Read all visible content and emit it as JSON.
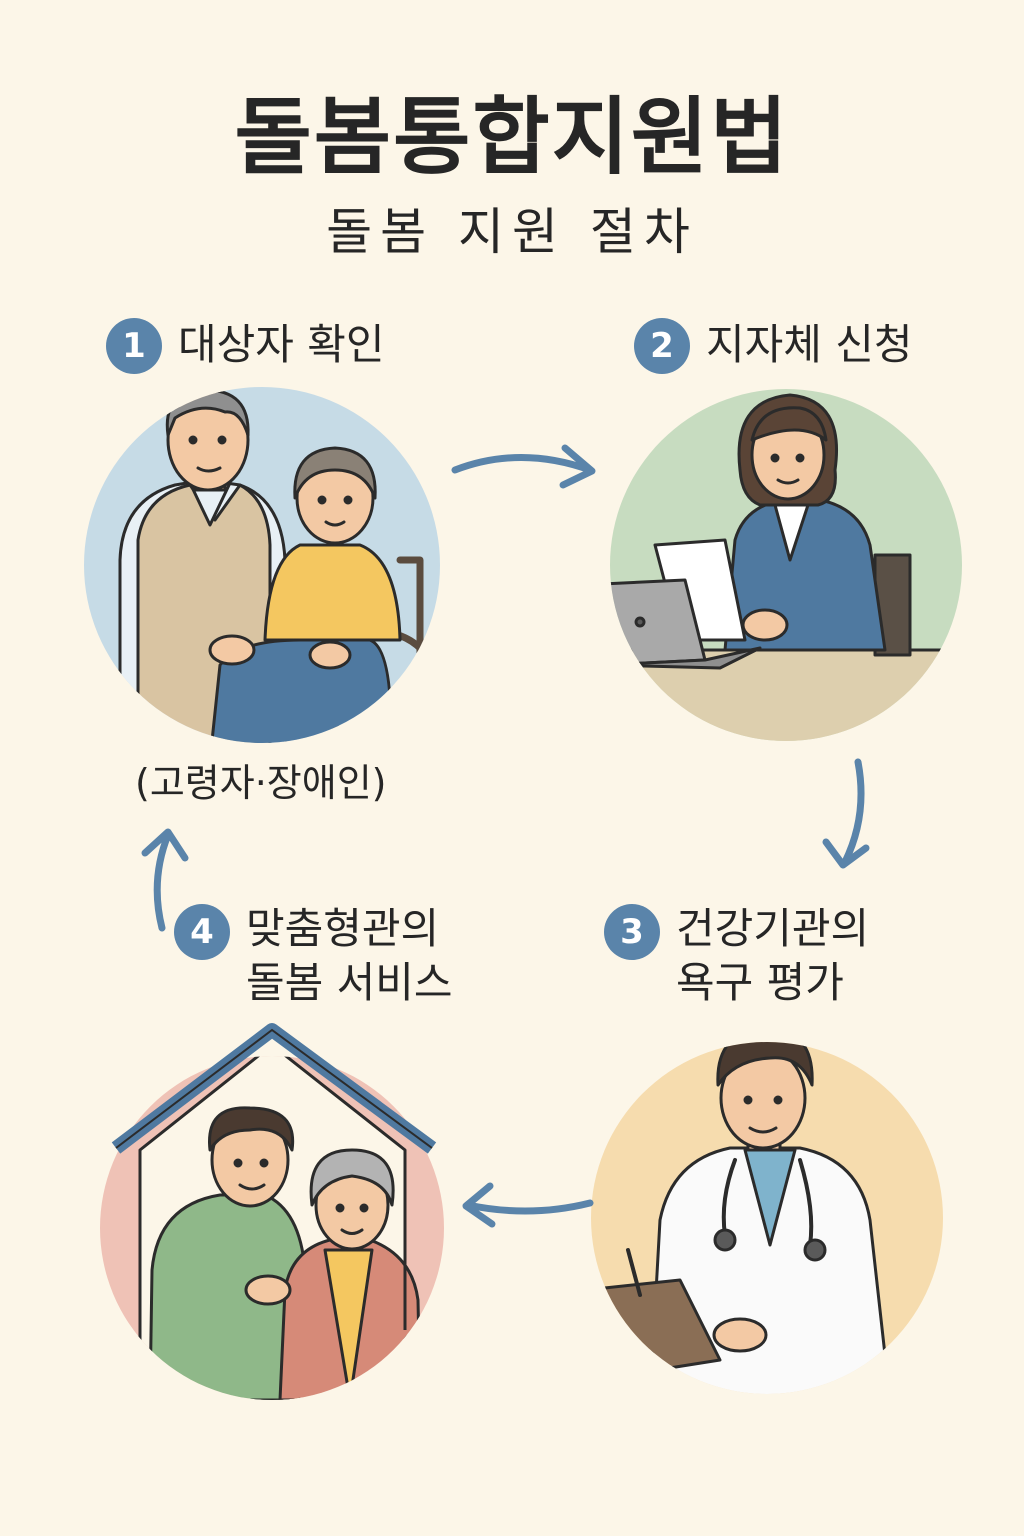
{
  "title": "돌봄통합지원법",
  "subtitle": "돌봄 지원 절차",
  "steps": [
    {
      "number": "1",
      "label": "대상자 확인"
    },
    {
      "number": "2",
      "label": "지자체 신청"
    },
    {
      "number": "3",
      "label": "건강기관의\n욕구 평가"
    },
    {
      "number": "4",
      "label": "맞춤형관의\n돌봄 서비스"
    }
  ],
  "step1_note": "(고령자·장애인)",
  "colors": {
    "background": "#fcf6e8",
    "accent": "#5a84aa",
    "circle_step1": "#c6dbe6",
    "circle_step2": "#c7dcc0",
    "circle_step3": "#f6dcae",
    "circle_step4": "#efc2b6"
  }
}
